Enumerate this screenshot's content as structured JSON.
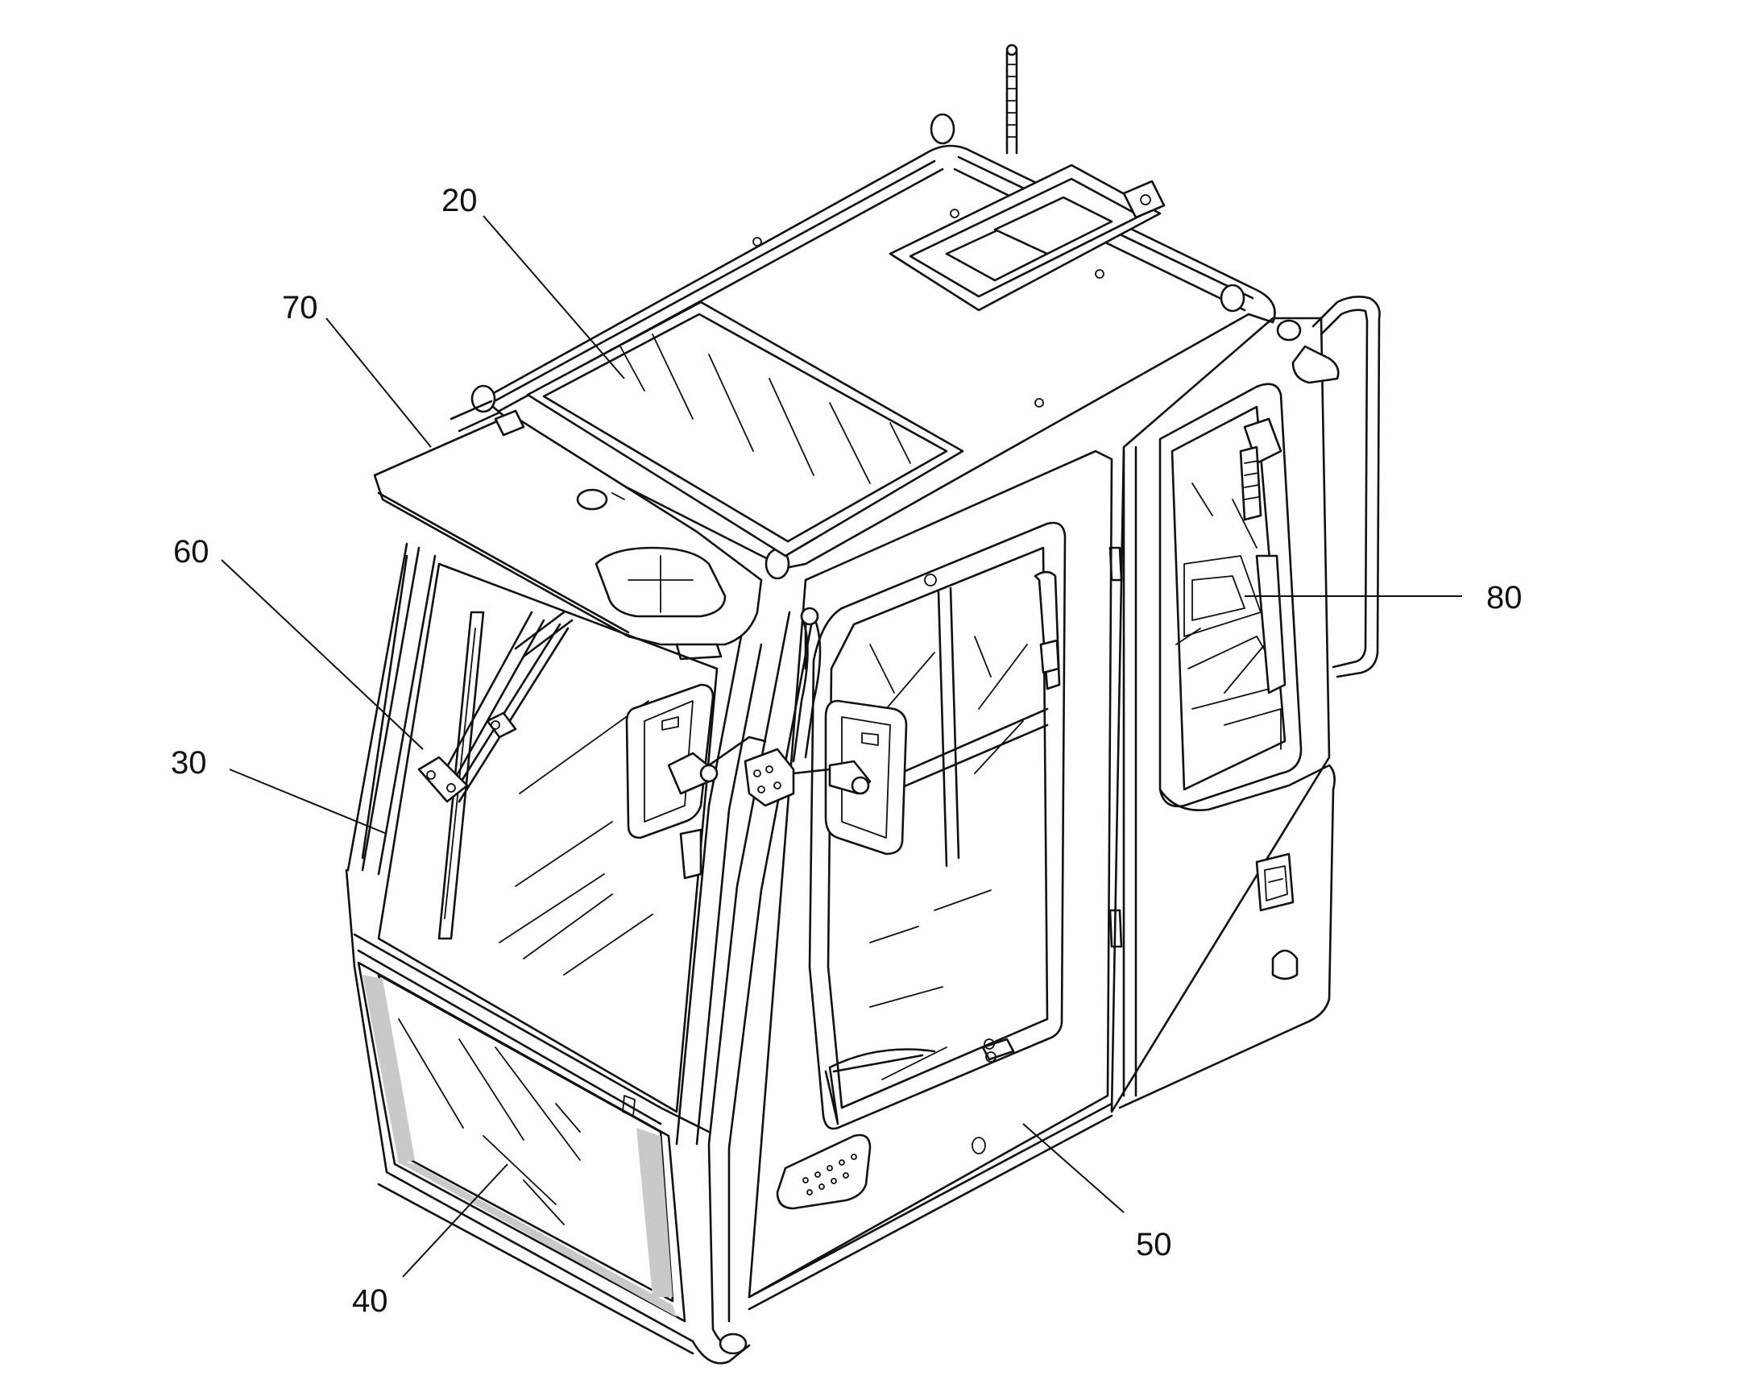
{
  "figure": {
    "labels": [
      {
        "id": "20",
        "text": "20"
      },
      {
        "id": "70",
        "text": "70"
      },
      {
        "id": "60",
        "text": "60"
      },
      {
        "id": "30",
        "text": "30"
      },
      {
        "id": "40",
        "text": "40"
      },
      {
        "id": "50",
        "text": "50"
      },
      {
        "id": "80",
        "text": "80"
      }
    ]
  }
}
